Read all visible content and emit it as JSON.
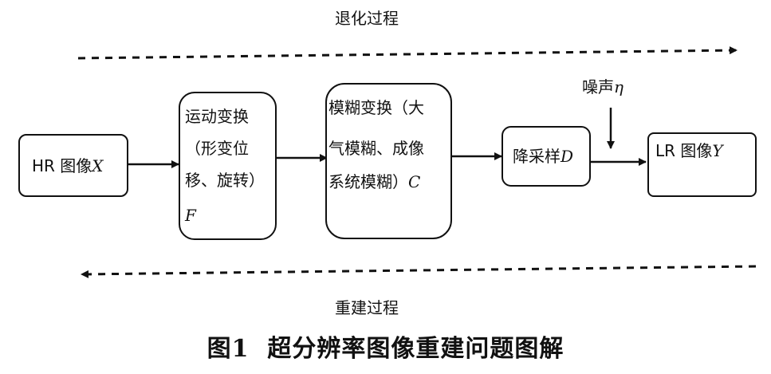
{
  "labels": {
    "degradation": "退化过程",
    "reconstruction": "重建过程",
    "noise": "噪声",
    "noise_symbol": "η"
  },
  "boxes": {
    "hr": {
      "text": "HR 图像",
      "symbol": "X"
    },
    "motion": {
      "line1": "运动变换",
      "line2": "（形变位",
      "line3": "移、旋转）",
      "symbol": "F"
    },
    "blur": {
      "line1": "模糊变换（大",
      "line2": "气模糊、成像",
      "line3": "系统模糊）",
      "symbol": "C"
    },
    "downsample": {
      "text": "降采样",
      "symbol": "D"
    },
    "lr": {
      "text": "LR 图像",
      "symbol": "Y"
    }
  },
  "caption": {
    "number": "图1",
    "title": "超分辨率图像重建问题图解"
  }
}
